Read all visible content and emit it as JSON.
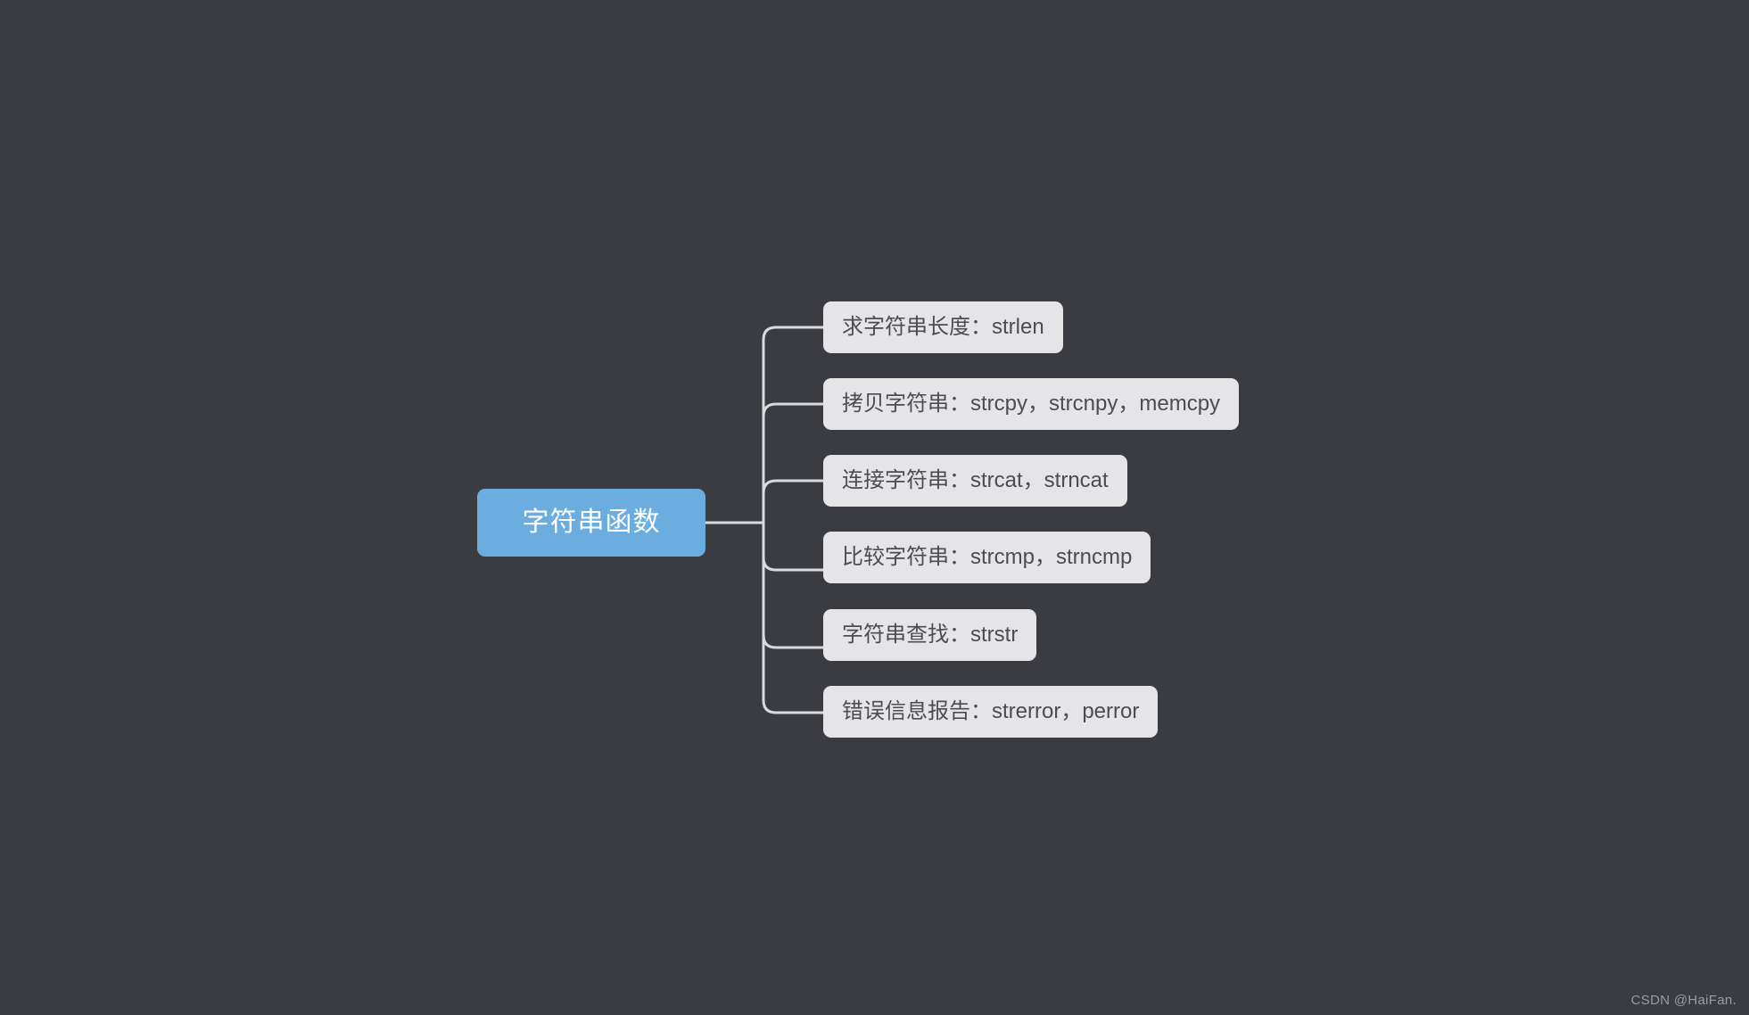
{
  "canvas": {
    "background_color": "#3b3c41",
    "connector_color": "#d9dadd"
  },
  "mindmap": {
    "root": {
      "label": "字符串函数",
      "background_color": "#6cade0",
      "text_color": "#ffffff"
    },
    "children": [
      {
        "label": "求字符串长度：strlen"
      },
      {
        "label": "拷贝字符串：strcpy，strcnpy，memcpy"
      },
      {
        "label": "连接字符串：strcat，strncat"
      },
      {
        "label": "比较字符串：strcmp，strncmp"
      },
      {
        "label": "字符串查找：strstr"
      },
      {
        "label": "错误信息报告：strerror，perror"
      }
    ],
    "child_style": {
      "background_color": "#e5e5e7",
      "text_color": "#4c4c51"
    }
  },
  "watermark": {
    "text": "CSDN @HaiFan.",
    "color": "#9b9ca1"
  }
}
